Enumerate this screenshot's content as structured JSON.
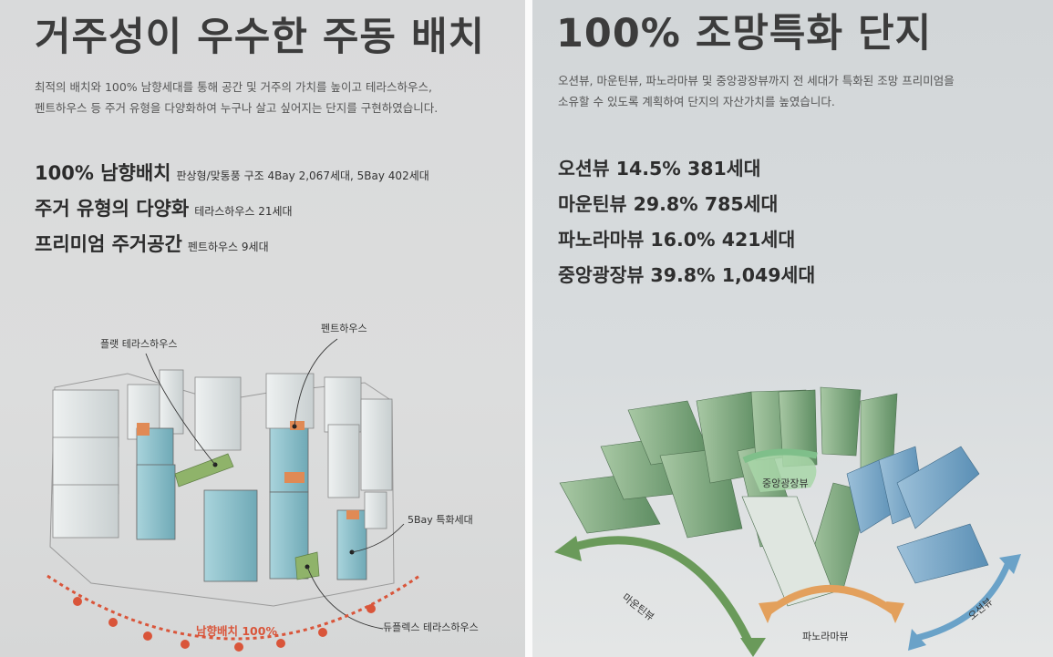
{
  "left": {
    "title": "거주성이 우수한 주동 배치",
    "desc_lines": [
      "최적의 배치와 100% 남향세대를 통해 공간 및 거주의 가치를 높이고 테라스하우스,",
      "펜트하우스 등 주거 유형을 다양화하여 누구나 살고 싶어지는 단지를 구현하였습니다."
    ],
    "features": [
      {
        "big": "100% 남향배치",
        "small": "판상형/맞통풍 구조 4Bay 2,067세대, 5Bay 402세대"
      },
      {
        "big": "주거 유형의 다양화",
        "small": "테라스하우스 21세대"
      },
      {
        "big": "프리미엄 주거공간",
        "small": "펜트하우스 9세대"
      }
    ],
    "labels": {
      "flat_terrace": "플랫 테라스하우스",
      "penthouse": "펜트하우스",
      "bay5": "5Bay 특화세대",
      "duplex": "듀플렉스 테라스하우스",
      "south": "남향배치 100%"
    },
    "colors": {
      "south_arc": "#d9553a",
      "terrace_green": "#8fb36a",
      "penthouse_orange": "#e08a55",
      "glass_blue": "#8fc3cf"
    }
  },
  "right": {
    "title": "100% 조망특화 단지",
    "desc_lines": [
      "오션뷰, 마운틴뷰, 파노라마뷰 및 중앙광장뷰까지 전 세대가 특화된 조망 프리미엄을",
      "소유할 수 있도록 계획하여 단지의 자산가치를 높였습니다."
    ],
    "stats": [
      "오션뷰 14.5%  381세대",
      "마운틴뷰 29.8% 785세대",
      "파노라마뷰 16.0% 421세대",
      "중앙광장뷰 39.8% 1,049세대"
    ],
    "labels": {
      "central": "중앙광장뷰",
      "mountain": "마운틴뷰",
      "panorama": "파노라마뷰",
      "ocean": "오션뷰"
    },
    "colors": {
      "mountain": "#6a9a5a",
      "panorama": "#e3a05c",
      "ocean": "#6aa2c8",
      "central": "#7fbf8a"
    }
  }
}
